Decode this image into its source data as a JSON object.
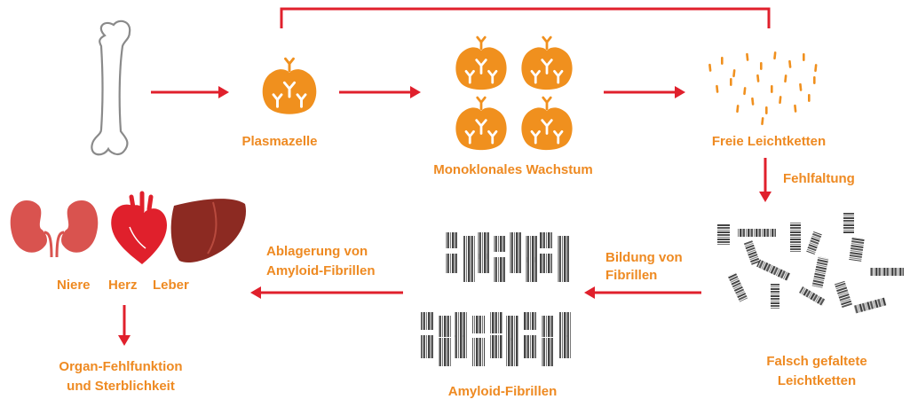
{
  "labels": {
    "plasma_cell": "Plasmazelle",
    "monoclonal_growth": "Monoklonales Wachstum",
    "free_light_chains": "Freie Leichtketten",
    "misfolding": "Fehlfaltung",
    "misfolded_line1": "Falsch gefaltete",
    "misfolded_line2": "Leichtketten",
    "fibril_formation_line1": "Bildung von",
    "fibril_formation_line2": "Fibrillen",
    "amyloid_fibrils": "Amyloid-Fibrillen",
    "deposition_line1": "Ablagerung von",
    "deposition_line2": "Amyloid-Fibrillen",
    "kidney": "Niere",
    "heart": "Herz",
    "liver": "Leber",
    "outcome_line1": "Organ-Fehlfunktion",
    "outcome_line2": "und Sterblichkeit"
  },
  "colors": {
    "arrow": "#e0202c",
    "label": "#ee8a22",
    "cell": "#f0901e",
    "kidney": "#d9534f",
    "heart": "#e0202c",
    "liver": "#8c2a22",
    "bone_outline": "#8a8a8a"
  },
  "icons": {
    "bone": "bone-icon",
    "cell": "plasma-cell-icon",
    "kidney": "kidney-icon",
    "heart": "heart-icon",
    "liver": "liver-icon"
  }
}
